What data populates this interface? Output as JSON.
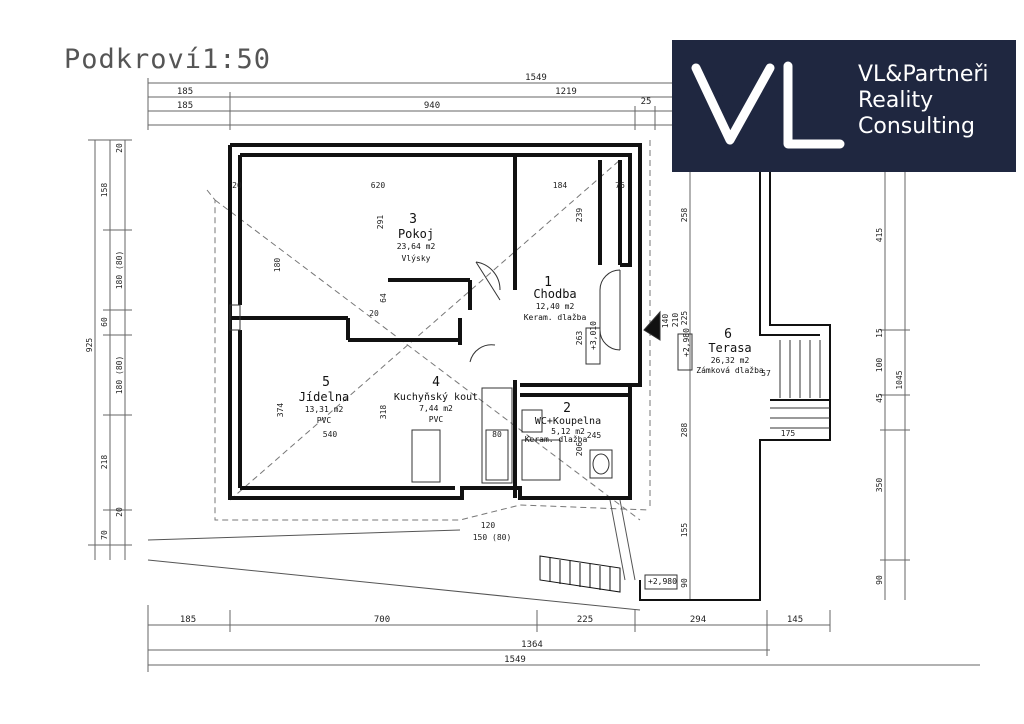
{
  "title": "Podkroví1:50",
  "logo": {
    "line1": "VL&Partneři",
    "line2": "Reality",
    "line3": "Consulting"
  },
  "rooms": [
    {
      "num": "3",
      "name": "Pokoj",
      "area": "23,64 m2",
      "floor": "Vlýsky"
    },
    {
      "num": "1",
      "name": "Chodba",
      "area": "12,40 m2",
      "floor": "Keram. dlažba"
    },
    {
      "num": "6",
      "name": "Terasa",
      "area": "26,32 m2",
      "floor": "Zámková dlažba"
    },
    {
      "num": "5",
      "name": "Jídelna",
      "area": "13,31 m2",
      "floor": "PVC"
    },
    {
      "num": "4",
      "name": "Kuchyňský kout",
      "area": "7,44 m2",
      "floor": "PVC"
    },
    {
      "num": "2",
      "name": "WC+Koupelna",
      "area": "5,12 m2",
      "floor": "Keram. dlažba"
    }
  ],
  "levels": {
    "l1": "+3,010",
    "l2": "+2,980",
    "l3": "+2,980"
  },
  "dims": {
    "top": [
      "1549",
      "1219",
      "185",
      "185",
      "940",
      "25"
    ],
    "bottom": [
      "185",
      "700",
      "225",
      "294",
      "145",
      "1364",
      "1549"
    ],
    "left": [
      "925",
      "158",
      "180 (80)",
      "60",
      "180 (80)",
      "218",
      "70",
      "20",
      "20"
    ],
    "right": [
      "258",
      "415",
      "225",
      "15",
      "100",
      "45",
      "1045",
      "350",
      "90",
      "288",
      "155",
      "90"
    ],
    "inner": [
      "620",
      "184",
      "76",
      "291",
      "239",
      "180",
      "64",
      "20",
      "20",
      "374",
      "318",
      "540",
      "206",
      "245",
      "120",
      "150 (80)",
      "140",
      "210",
      "263",
      "80",
      "57",
      "175"
    ]
  }
}
